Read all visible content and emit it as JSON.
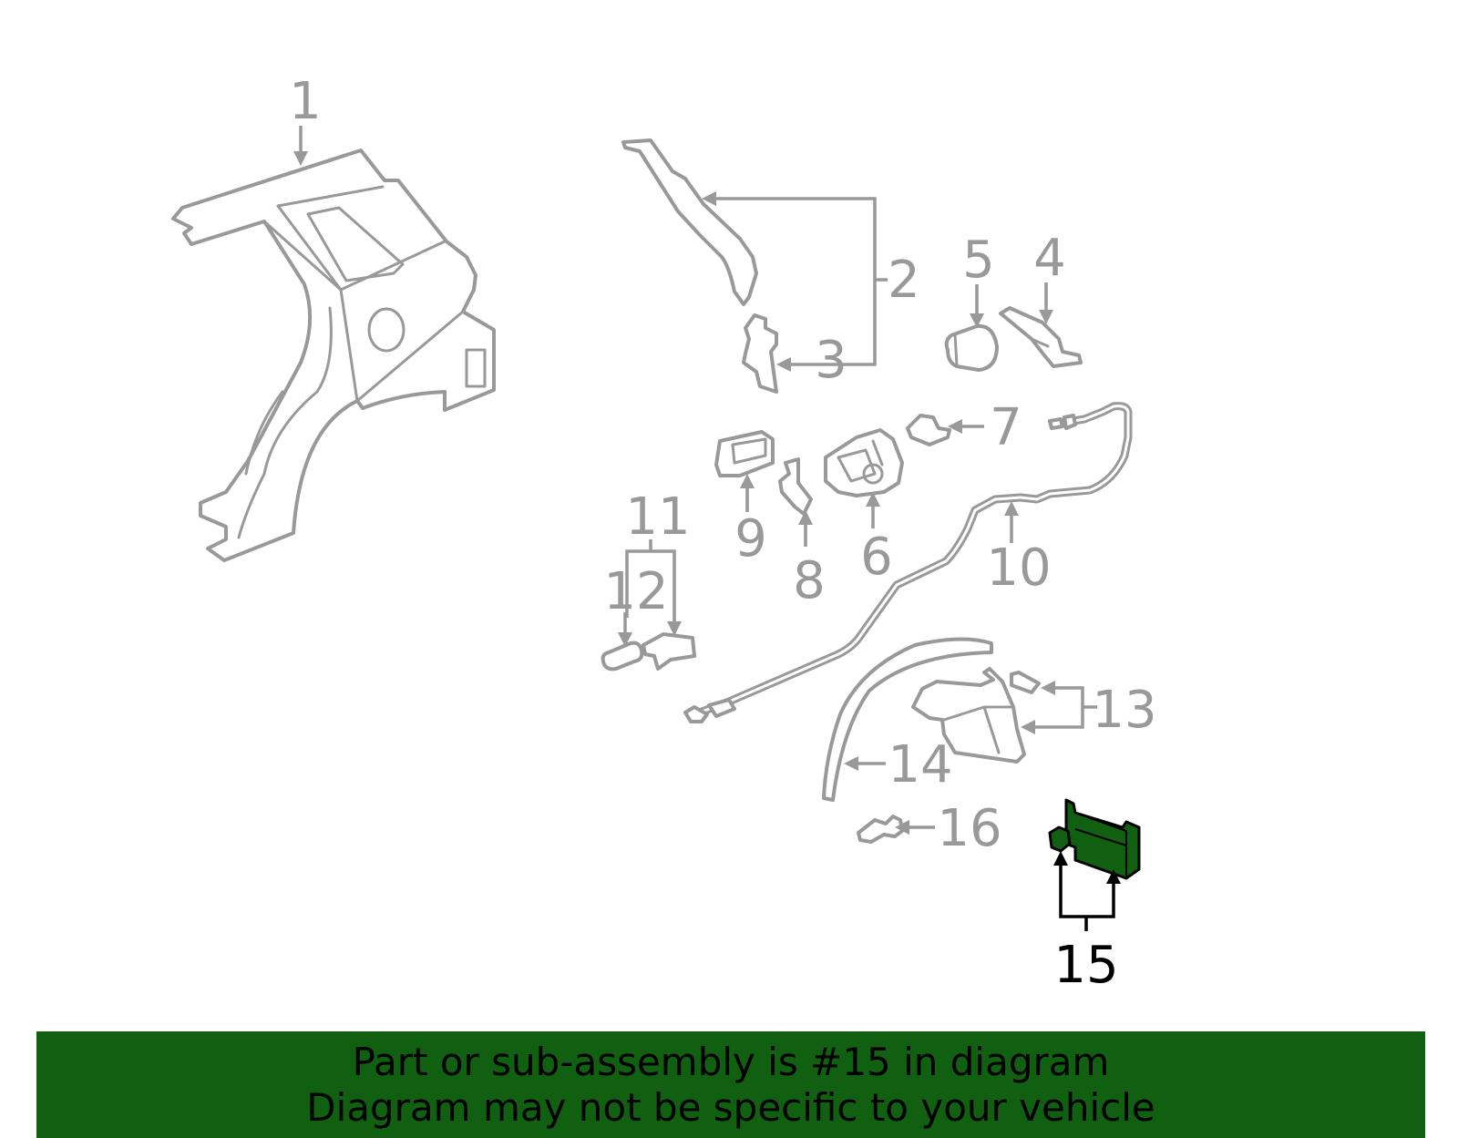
{
  "callouts": {
    "c1": "1",
    "c2": "2",
    "c3": "3",
    "c4": "4",
    "c5": "5",
    "c6": "6",
    "c7": "7",
    "c8": "8",
    "c9": "9",
    "c10": "10",
    "c11": "11",
    "c12": "12",
    "c13": "13",
    "c14": "14",
    "c15": "15",
    "c16": "16"
  },
  "highlight_callout": "15",
  "colors": {
    "highlight": "#116011",
    "parts": "#999999",
    "banner_text": "#000000"
  },
  "banner": {
    "line1": "Part or sub-assembly is #15 in diagram",
    "line2": "Diagram may not be specific to your vehicle"
  }
}
